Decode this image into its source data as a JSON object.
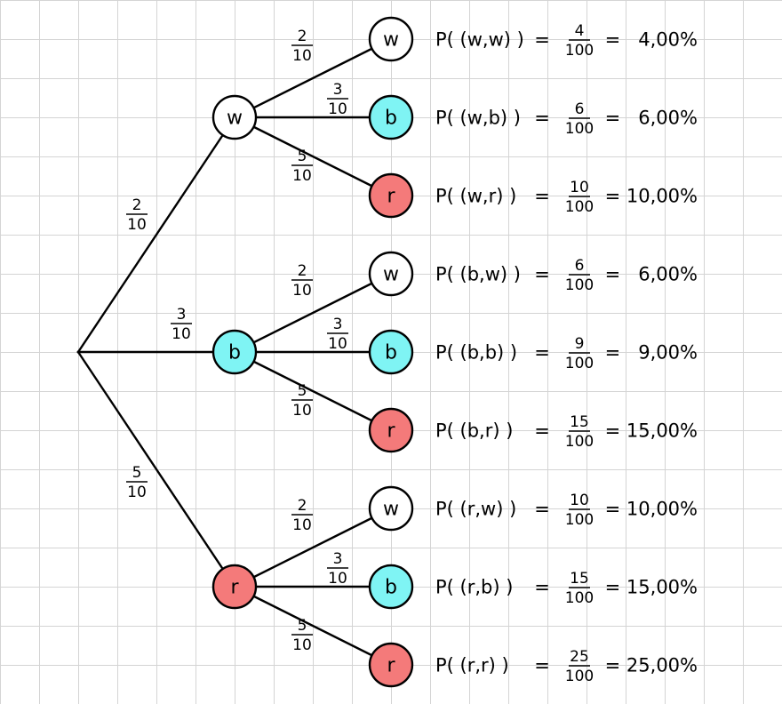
{
  "colors": {
    "background": "#ffffff",
    "grid": "#d4d4d4",
    "line": "#000000",
    "w": "#ffffff",
    "b": "#7ff4f4",
    "r": "#f47a7a"
  },
  "first_level": [
    {
      "label": "w",
      "color_key": "w",
      "probability": {
        "num": "2",
        "den": "10"
      }
    },
    {
      "label": "b",
      "color_key": "b",
      "probability": {
        "num": "3",
        "den": "10"
      }
    },
    {
      "label": "r",
      "color_key": "r",
      "probability": {
        "num": "5",
        "den": "10"
      }
    }
  ],
  "second_level": [
    {
      "label": "w",
      "color_key": "w",
      "probability": {
        "num": "2",
        "den": "10"
      }
    },
    {
      "label": "b",
      "color_key": "b",
      "probability": {
        "num": "3",
        "den": "10"
      }
    },
    {
      "label": "r",
      "color_key": "r",
      "probability": {
        "num": "5",
        "den": "10"
      }
    }
  ],
  "results": [
    {
      "event": "P( (w,w) )",
      "num": "4",
      "den": "100",
      "percent": "4,00%"
    },
    {
      "event": "P( (w,b) )",
      "num": "6",
      "den": "100",
      "percent": "6,00%"
    },
    {
      "event": "P( (w,r) )",
      "num": "10",
      "den": "100",
      "percent": "10,00%"
    },
    {
      "event": "P( (b,w) )",
      "num": "6",
      "den": "100",
      "percent": "6,00%"
    },
    {
      "event": "P( (b,b) )",
      "num": "9",
      "den": "100",
      "percent": "9,00%"
    },
    {
      "event": "P( (b,r) )",
      "num": "15",
      "den": "100",
      "percent": "15,00%"
    },
    {
      "event": "P( (r,w) )",
      "num": "10",
      "den": "100",
      "percent": "10,00%"
    },
    {
      "event": "P( (r,b) )",
      "num": "15",
      "den": "100",
      "percent": "15,00%"
    },
    {
      "event": "P( (r,r) )",
      "num": "25",
      "den": "100",
      "percent": "25,00%"
    }
  ]
}
